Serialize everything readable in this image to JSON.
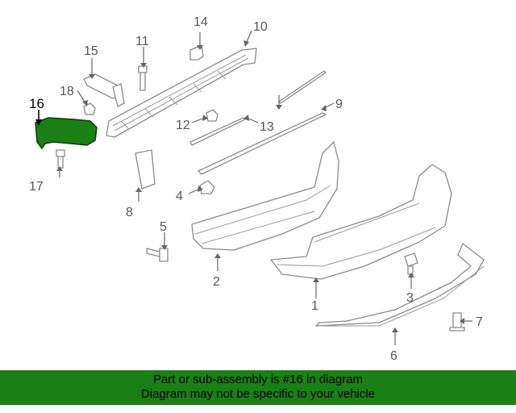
{
  "diagram": {
    "highlight_color": "#1a7f15",
    "highlighted_part": "16",
    "callouts": [
      "1",
      "2",
      "3",
      "4",
      "5",
      "6",
      "7",
      "8",
      "9",
      "10",
      "11",
      "12",
      "13",
      "14",
      "15",
      "16",
      "17",
      "18"
    ]
  },
  "banner": {
    "line1": "Part or sub-assembly is #16 in diagram",
    "line2": "Diagram may not be specific to your vehicle",
    "background": "#1a7f15"
  }
}
